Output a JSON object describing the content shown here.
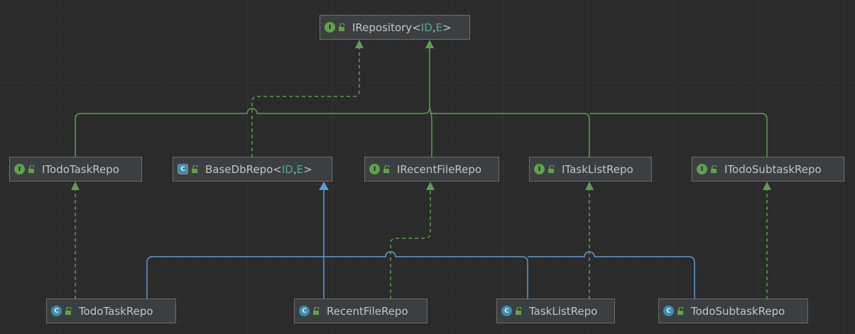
{
  "colors": {
    "background": "#2b2b2b",
    "node_fill": "#3c3f41",
    "node_border": "#6e6e6e",
    "text": "#c4c4c4",
    "type_param": "#4eaa9a",
    "implements_edge": "#5e9e4f",
    "extends_edge": "#5b9bd5",
    "interface_badge": "#5ea34a",
    "class_badge": "#3a8fb0"
  },
  "nodes": {
    "irepository": {
      "kind": "interface",
      "badge": "I",
      "name": "IRepository",
      "open": "<",
      "param1": "ID",
      "sep": ", ",
      "param2": "E",
      "close": ">"
    },
    "itodotaskrepo": {
      "kind": "interface",
      "badge": "I",
      "name": "ITodoTaskRepo"
    },
    "basedbrepo": {
      "kind": "abstract-class",
      "badge": "C",
      "name": "BaseDbRepo",
      "open": "<",
      "param1": "ID",
      "sep": ", ",
      "param2": "E",
      "close": ">"
    },
    "irecentfilerepo": {
      "kind": "interface",
      "badge": "I",
      "name": "IRecentFileRepo"
    },
    "itasklistrepo": {
      "kind": "interface",
      "badge": "I",
      "name": "ITaskListRepo"
    },
    "itodosubtaskrepo": {
      "kind": "interface",
      "badge": "I",
      "name": "ITodoSubtaskRepo"
    },
    "todotaskrepo": {
      "kind": "class",
      "badge": "C",
      "name": "TodoTaskRepo"
    },
    "recentfilerepo": {
      "kind": "class",
      "badge": "C",
      "name": "RecentFileRepo"
    },
    "tasklistrepo": {
      "kind": "class",
      "badge": "C",
      "name": "TaskListRepo"
    },
    "todosubtaskrepo": {
      "kind": "class",
      "badge": "C",
      "name": "TodoSubtaskRepo"
    }
  },
  "relations": [
    {
      "from": "itodotaskrepo",
      "to": "irepository",
      "type": "extends"
    },
    {
      "from": "irecentfilerepo",
      "to": "irepository",
      "type": "extends"
    },
    {
      "from": "itasklistrepo",
      "to": "irepository",
      "type": "extends"
    },
    {
      "from": "itodosubtaskrepo",
      "to": "irepository",
      "type": "extends"
    },
    {
      "from": "basedbrepo",
      "to": "irepository",
      "type": "implements"
    },
    {
      "from": "todotaskrepo",
      "to": "basedbrepo",
      "type": "extends"
    },
    {
      "from": "recentfilerepo",
      "to": "basedbrepo",
      "type": "extends"
    },
    {
      "from": "tasklistrepo",
      "to": "basedbrepo",
      "type": "extends"
    },
    {
      "from": "todosubtaskrepo",
      "to": "basedbrepo",
      "type": "extends"
    },
    {
      "from": "todotaskrepo",
      "to": "itodotaskrepo",
      "type": "implements"
    },
    {
      "from": "recentfilerepo",
      "to": "irecentfilerepo",
      "type": "implements"
    },
    {
      "from": "tasklistrepo",
      "to": "itasklistrepo",
      "type": "implements"
    },
    {
      "from": "todosubtaskrepo",
      "to": "itodosubtaskrepo",
      "type": "implements"
    }
  ]
}
